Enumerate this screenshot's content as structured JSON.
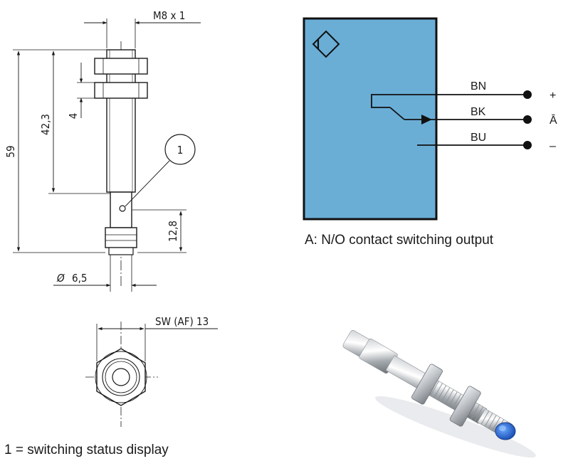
{
  "dimensions": {
    "thread": "M8 x 1",
    "total_length": "59",
    "thread_length": "42,3",
    "nut_height": "4",
    "connector_length": "12,8",
    "diameter": "6,5",
    "wrench": "SW (AF) 13"
  },
  "callout": {
    "number": "1"
  },
  "legend": {
    "callout_text": "1 = switching status display"
  },
  "wiring": {
    "wires": [
      {
        "code": "BN",
        "terminal": "+"
      },
      {
        "code": "BK",
        "terminal": "Ā"
      },
      {
        "code": "BU",
        "terminal": "–"
      }
    ],
    "caption": "A:  N/O contact switching output",
    "box_color": "#6aaed6"
  },
  "icons": [
    "sensor-symbol-icon",
    "product-photo"
  ]
}
